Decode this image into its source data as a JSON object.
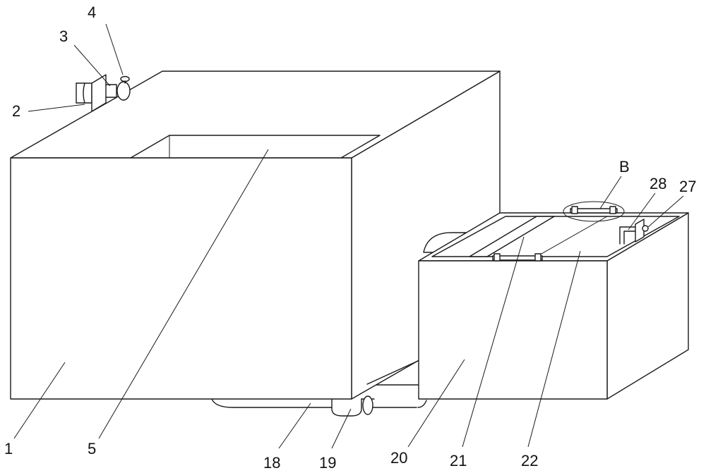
{
  "labels": {
    "l1": "1",
    "l2": "2",
    "l3": "3",
    "l4": "4",
    "l5": "5",
    "l18": "18",
    "l19": "19",
    "l20": "20",
    "l21": "21",
    "l22": "22",
    "l27": "27",
    "l28": "28",
    "lB": "B"
  }
}
